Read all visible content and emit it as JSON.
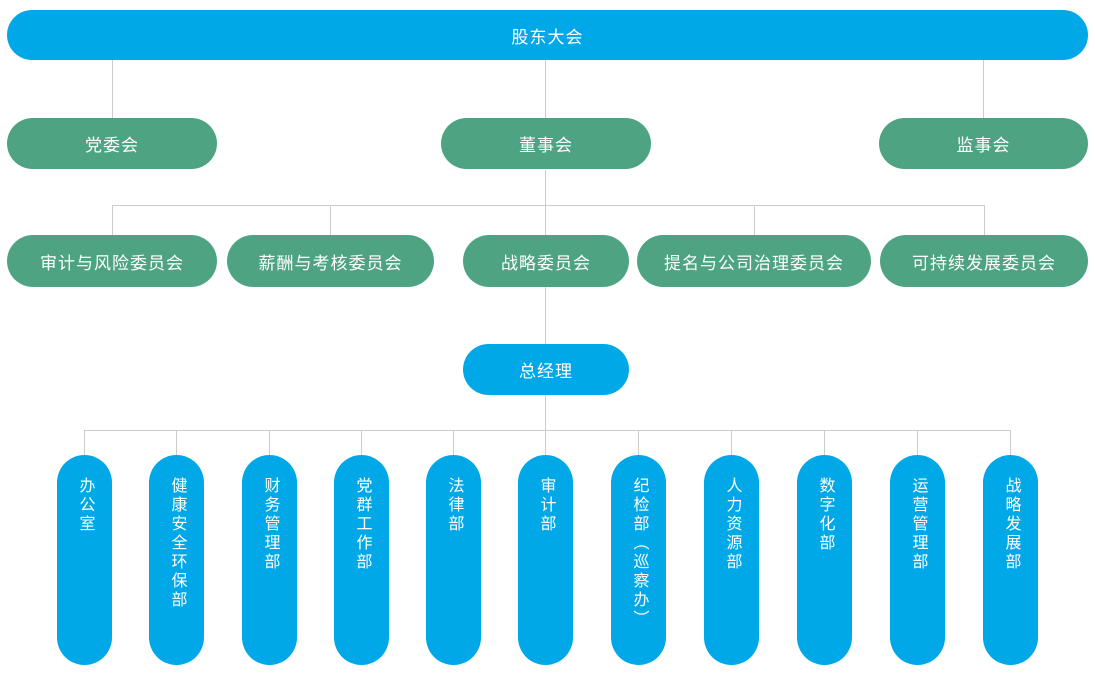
{
  "colors": {
    "blue": "#00A8E8",
    "green": "#4EA482",
    "line": "#cccccc",
    "text": "#ffffff"
  },
  "root": {
    "label": "股东大会"
  },
  "level2": [
    {
      "label": "党委会"
    },
    {
      "label": "董事会"
    },
    {
      "label": "监事会"
    }
  ],
  "committees": [
    {
      "label": "审计与风险委员会"
    },
    {
      "label": "薪酬与考核委员会"
    },
    {
      "label": "战略委员会"
    },
    {
      "label": "提名与公司治理委员会"
    },
    {
      "label": "可持续发展委员会"
    }
  ],
  "general_manager": {
    "label": "总经理"
  },
  "departments": [
    {
      "label": "办公室"
    },
    {
      "label": "健康安全环保部"
    },
    {
      "label": "财务管理部"
    },
    {
      "label": "党群工作部"
    },
    {
      "label": "法律部"
    },
    {
      "label": "审计部"
    },
    {
      "label": "纪检部（巡察办）"
    },
    {
      "label": "人力资源部"
    },
    {
      "label": "数字化部"
    },
    {
      "label": "运营管理部"
    },
    {
      "label": "战略发展部"
    }
  ]
}
